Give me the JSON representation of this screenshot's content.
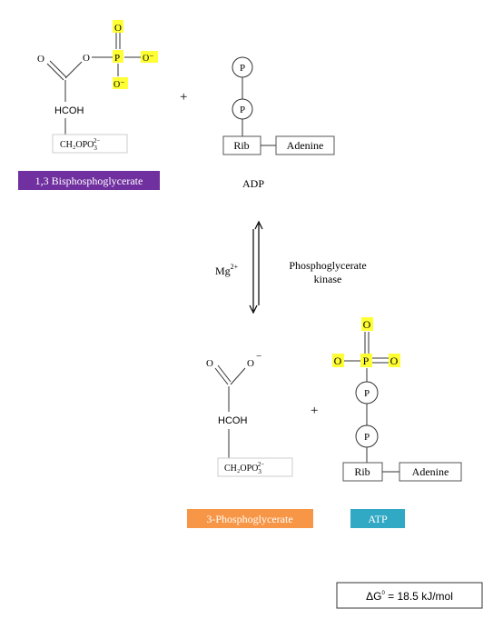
{
  "reactants": {
    "bpg": {
      "carbonyl_o": "O",
      "ester_o": "O",
      "phosphorus": "P",
      "p_o_top": "O",
      "p_o_right": "O⁻",
      "p_o_bottom": "O⁻",
      "hcoh": "HCOH",
      "ch2": "CH₂OPO",
      "ch2_sub": "3",
      "ch2_sup": "2−",
      "label": "1,3 Bisphosphoglycerate",
      "label_color": "#7030a0"
    },
    "plus": "+",
    "adp": {
      "p1": "P",
      "p2": "P",
      "rib": "Rib",
      "adenine": "Adenine",
      "label": "ADP"
    }
  },
  "reaction": {
    "cofactor": "Mg",
    "cofactor_sup": "2+",
    "enzyme_line1": "Phosphoglycerate",
    "enzyme_line2": "kinase"
  },
  "products": {
    "pg": {
      "carbonyl_o": "O",
      "anion_o": "O",
      "minus": "−",
      "hcoh": "HCOH",
      "ch2": "CH₂OPO",
      "ch2_sub": "3",
      "ch2_sup": "2−",
      "label": "3-Phosphoglycerate",
      "label_color": "#f79646"
    },
    "plus": "+",
    "atp": {
      "o_top": "O",
      "o_left": "O",
      "phosphorus": "P",
      "o_right": "O",
      "p1": "P",
      "p2": "P",
      "rib": "Rib",
      "adenine": "Adenine",
      "label": "ATP",
      "label_color": "#31a8c4"
    }
  },
  "energy": {
    "delta": "ΔG",
    "delta_sup": "0",
    "value": " = 18.5 kJ/mol"
  }
}
